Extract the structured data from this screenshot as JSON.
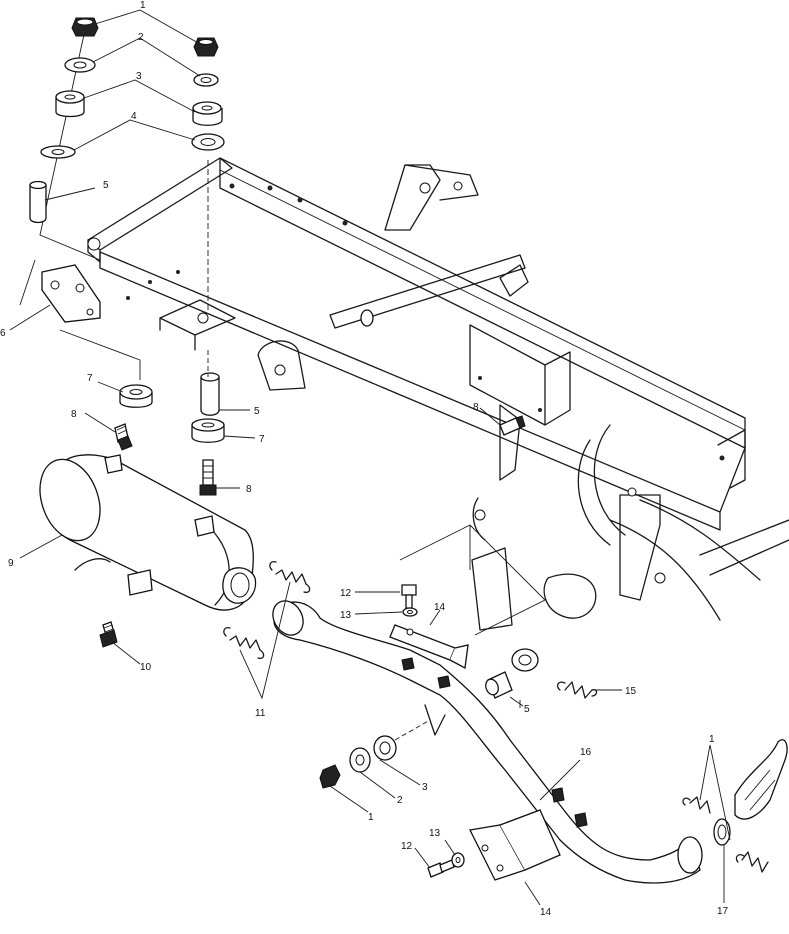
{
  "diagram": {
    "callouts": {
      "c1a": "1",
      "c2a": "2",
      "c3a": "3",
      "c4a": "4",
      "c5a": "5",
      "c6": "6",
      "c7a": "7",
      "c8a": "8",
      "c5b": "5",
      "c7b": "7",
      "c8b": "8",
      "c8c": "8",
      "c9": "9",
      "c10": "10",
      "c11": "11",
      "c12a": "12",
      "c13a": "13",
      "c14a": "14",
      "c15": "15",
      "c5c": "5",
      "c16": "16",
      "c3b": "3",
      "c2b": "2",
      "c1b": "1",
      "c13b": "13",
      "c12b": "12",
      "c14b": "14",
      "c1c": "1",
      "c17": "17"
    }
  }
}
